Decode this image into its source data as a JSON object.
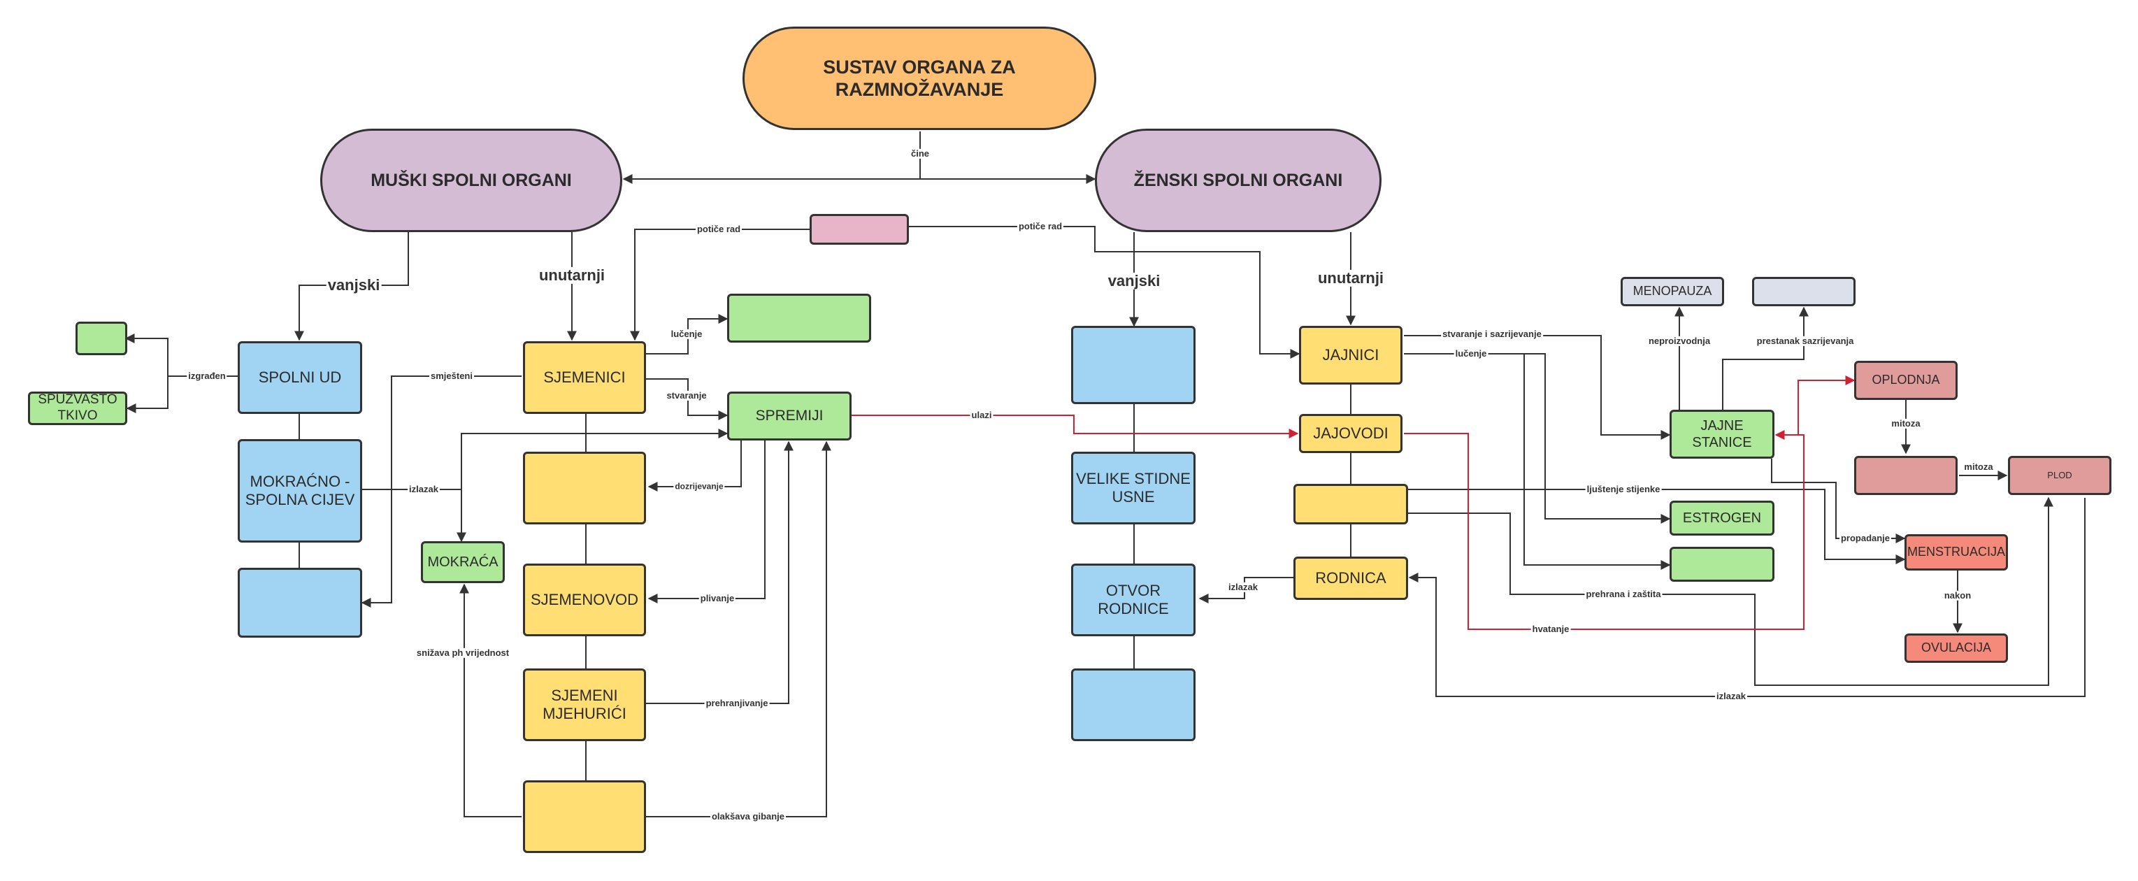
{
  "colors": {
    "orange": "#FFC073",
    "purple": "#D5BCD5",
    "blue": "#A1D4F2",
    "yellow": "#FFDE73",
    "green": "#AEE899",
    "pink": "#E8B4C8",
    "grey": "#DCE0EB",
    "rose": "#E09B9B",
    "salmon": "#F5897A",
    "red_line": "#CC2233",
    "dark_line": "#333333"
  },
  "nodes": {
    "root": "SUSTAV ORGANA ZA RAZMNOŽAVANJE",
    "male": "MUŠKI SPOLNI ORGANI",
    "female": "ŽENSKI SPOLNI ORGANI",
    "spolni_ud": "SPOLNI UD",
    "mokracno": "MOKRAĆNO -SPOLNA CIJEV",
    "male_out_blank": "",
    "glans_blank": "",
    "spuzvasto": "SPUŽVASTO TKIVO",
    "mokraca": "MOKRAĆA",
    "sjemenici": "SJEMENICI",
    "hormone_blank": "",
    "spremiji": "SPREMIJI",
    "pink_blank": "",
    "pasjemenik_blank": "",
    "sjemenovod": "SJEMENOVOD",
    "mjehurici": "SJEMENI MJEHURIĆI",
    "prostata_blank": "",
    "fem_ext_blank": "",
    "velike_usne": "VELIKE STIDNE USNE",
    "otvor": "OTVOR RODNICE",
    "fem_low_blank": "",
    "jajnici": "JAJNICI",
    "jajovodi": "JAJOVODI",
    "maternica_blank": "",
    "rodnica": "RODNICA",
    "jajne": "JAJNE STANICE",
    "estrogen": "ESTROGEN",
    "green_blank_r": "",
    "menopauza": "MENOPAUZA",
    "grey_blank": "",
    "oplodnja": "OPLODNJA",
    "zigota_blank": "",
    "plod": "PLOD",
    "menstruacija": "MENSTRUACIJA",
    "ovulacija": "OVULACIJA"
  },
  "edge_labels": {
    "cine": "čine",
    "vanjski_m": "vanjski",
    "unutarnji_m": "unutarnji",
    "vanjski_f": "vanjski",
    "unutarnji_f": "unutarnji",
    "potice_l": "potiče rad",
    "potice_r": "potiče rad",
    "izgraden": "izgrađen",
    "smjesteni": "smješteni",
    "izlazak_m": "izlazak",
    "lucenje_m": "lučenje",
    "stvaranje_m": "stvaranje",
    "ulazi": "ulazi",
    "dozrijevanje": "dozrijevanje",
    "plivanje": "plivanje",
    "prehranjivanje": "prehranjivanje",
    "olaksava": "olakšava gibanje",
    "snizava": "snižava ph vrijednost",
    "izlazak_f": "izlazak",
    "stvaranje_f": "stvaranje i sazrijevanje",
    "lucenje_f": "lučenje",
    "ljustenje": "ljuštenje stijenke",
    "prehrana": "prehrana i zaštita",
    "hvatanje": "hvatanje",
    "neproizvodnja": "neproizvodnja",
    "prestanak": "prestanak sazrijevanja",
    "mitoza_1": "mitoza",
    "mitoza_2": "mitoza",
    "propadanje": "propadanje",
    "nakon": "nakon",
    "izlazak_plod": "izlazak"
  }
}
